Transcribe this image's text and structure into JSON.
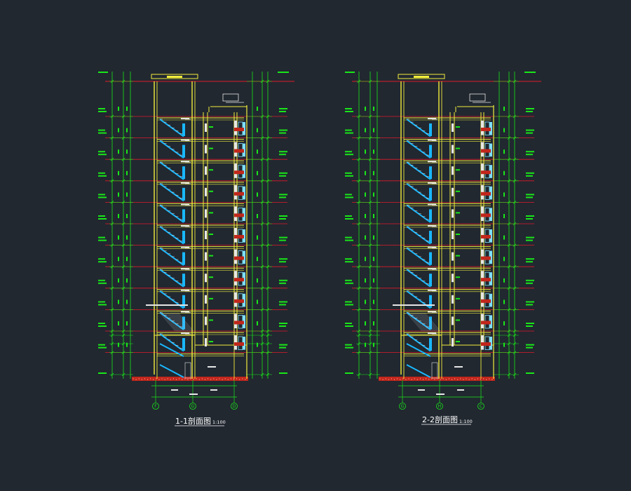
{
  "colors": {
    "background": "#212830",
    "structure": "#f2ee3c",
    "dimension": "#19e619",
    "floor_line": "#e01a2a",
    "stair": "#19b8ff",
    "wall_white": "#e6e6e6",
    "window": "#7ee0ff",
    "ground": "#c2261b",
    "title": "#ffffff"
  },
  "sections": [
    {
      "title": "1-1剖面图",
      "scale": "1:100",
      "axes": [
        "F",
        "G",
        "D"
      ],
      "floors": 11
    },
    {
      "title": "2-2剖面图",
      "scale": "1:100",
      "axes": [
        "G",
        "H",
        "C"
      ],
      "floors": 11
    }
  ]
}
